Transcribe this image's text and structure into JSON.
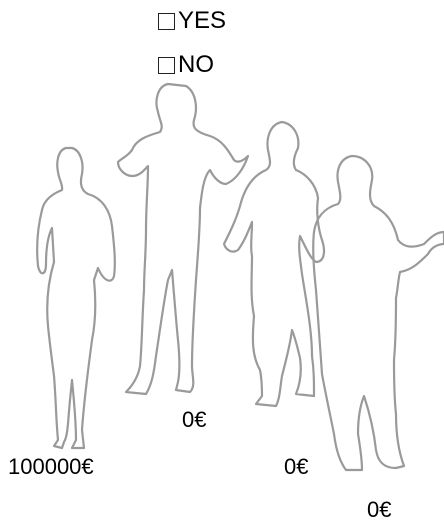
{
  "options": [
    {
      "label": "YES",
      "checked": false
    },
    {
      "label": "NO",
      "checked": false
    }
  ],
  "amounts": [
    "0€",
    "100000€",
    "0€",
    "0€"
  ]
}
